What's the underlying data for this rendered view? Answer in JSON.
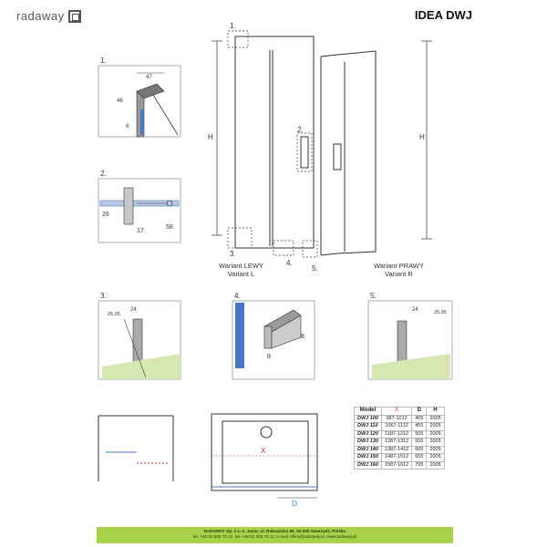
{
  "brand": {
    "name": "radaway"
  },
  "model": {
    "title": "IDEA DWJ"
  },
  "callouts": {
    "c1": "1.",
    "c2": "2.",
    "c3": "3.",
    "c4": "4.",
    "c5": "5."
  },
  "dimension_letter": "H",
  "variants": {
    "left": {
      "line1": "Wariant LEWY",
      "line2": "Variant L"
    },
    "right": {
      "line1": "Wariant PRAWY",
      "line2": "Variant R"
    }
  },
  "detail1": {
    "width": "47",
    "height": "46",
    "depth": "6"
  },
  "detail2": {
    "a": "26",
    "b": "17",
    "c": "58"
  },
  "detail3": {
    "a": "24",
    "b": "25,35"
  },
  "detail4": {
    "a": "8",
    "b": "8"
  },
  "detail5": {
    "a": "24",
    "b": "25,35"
  },
  "plan": {
    "x_label": "X",
    "d_label": "D"
  },
  "table": {
    "headers": [
      "Model",
      "X",
      "D",
      "H"
    ],
    "rows": [
      [
        "DWJ 100",
        "987-1012",
        "405",
        "2005"
      ],
      [
        "DWJ 110",
        "1067-1112",
        "455",
        "2005"
      ],
      [
        "DWJ 120",
        "1187-1212",
        "505",
        "2005"
      ],
      [
        "DWJ 130",
        "1287-1312",
        "555",
        "2005"
      ],
      [
        "DWJ 140",
        "1387-1412",
        "605",
        "2005"
      ],
      [
        "DWJ 150",
        "1487-1512",
        "655",
        "2005"
      ],
      [
        "DWJ 160",
        "1587-1612",
        "705",
        "2005"
      ]
    ]
  },
  "footer": {
    "line1": "RADAWAY Sp. z o. o. Jasin; ul. Robowicka 59, 62-020 Swarzędz, Polska",
    "line2": "tel. +48 61 835 75 10, fax +48 61 835 75 11, e-mail: office@radaway.pl, www.radaway.pl"
  },
  "colors": {
    "accent_green": "#a8d24a",
    "dimension_red": "#d03030",
    "glass_blue": "#4a78c8"
  }
}
